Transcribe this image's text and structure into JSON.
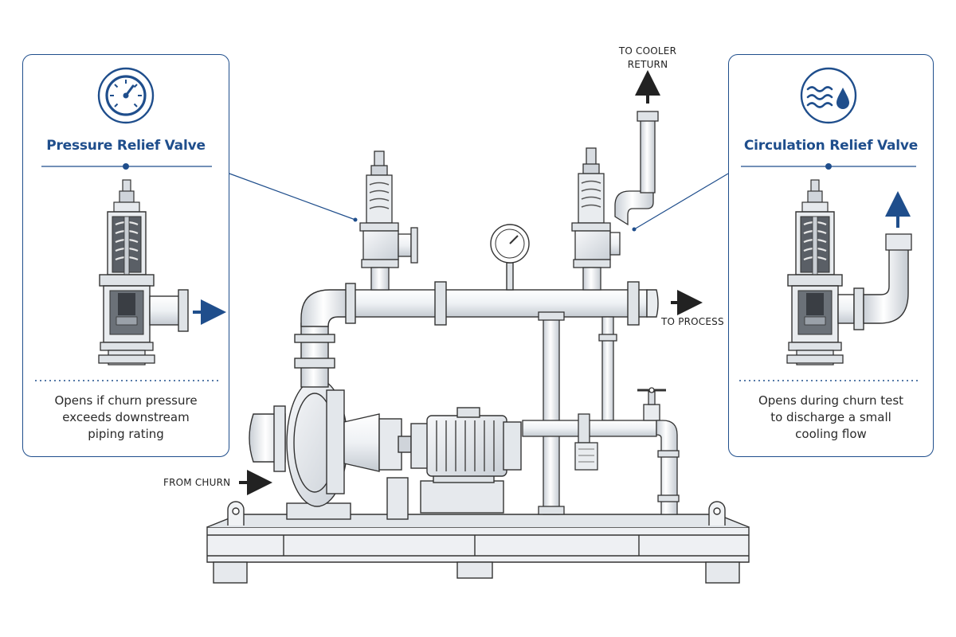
{
  "panels": {
    "left": {
      "title": "Pressure Relief Valve",
      "icon": "pressure-gauge-icon",
      "description": [
        "Opens if churn pressure",
        "exceeds downstream",
        "piping rating"
      ]
    },
    "right": {
      "title": "Circulation Relief Valve",
      "icon": "water-drop-waves-icon",
      "description": [
        "Opens during churn test",
        "to discharge a small",
        "cooling flow"
      ]
    }
  },
  "flow_labels": {
    "to_cooler_return": [
      "TO COOLER",
      "RETURN"
    ],
    "to_process": "TO PROCESS",
    "from_churn": "FROM CHURN"
  },
  "colors": {
    "accent": "#1f4e8c",
    "line": "#3a3a3a",
    "metal": "#eceff2",
    "shade": "#b9c0c8"
  }
}
